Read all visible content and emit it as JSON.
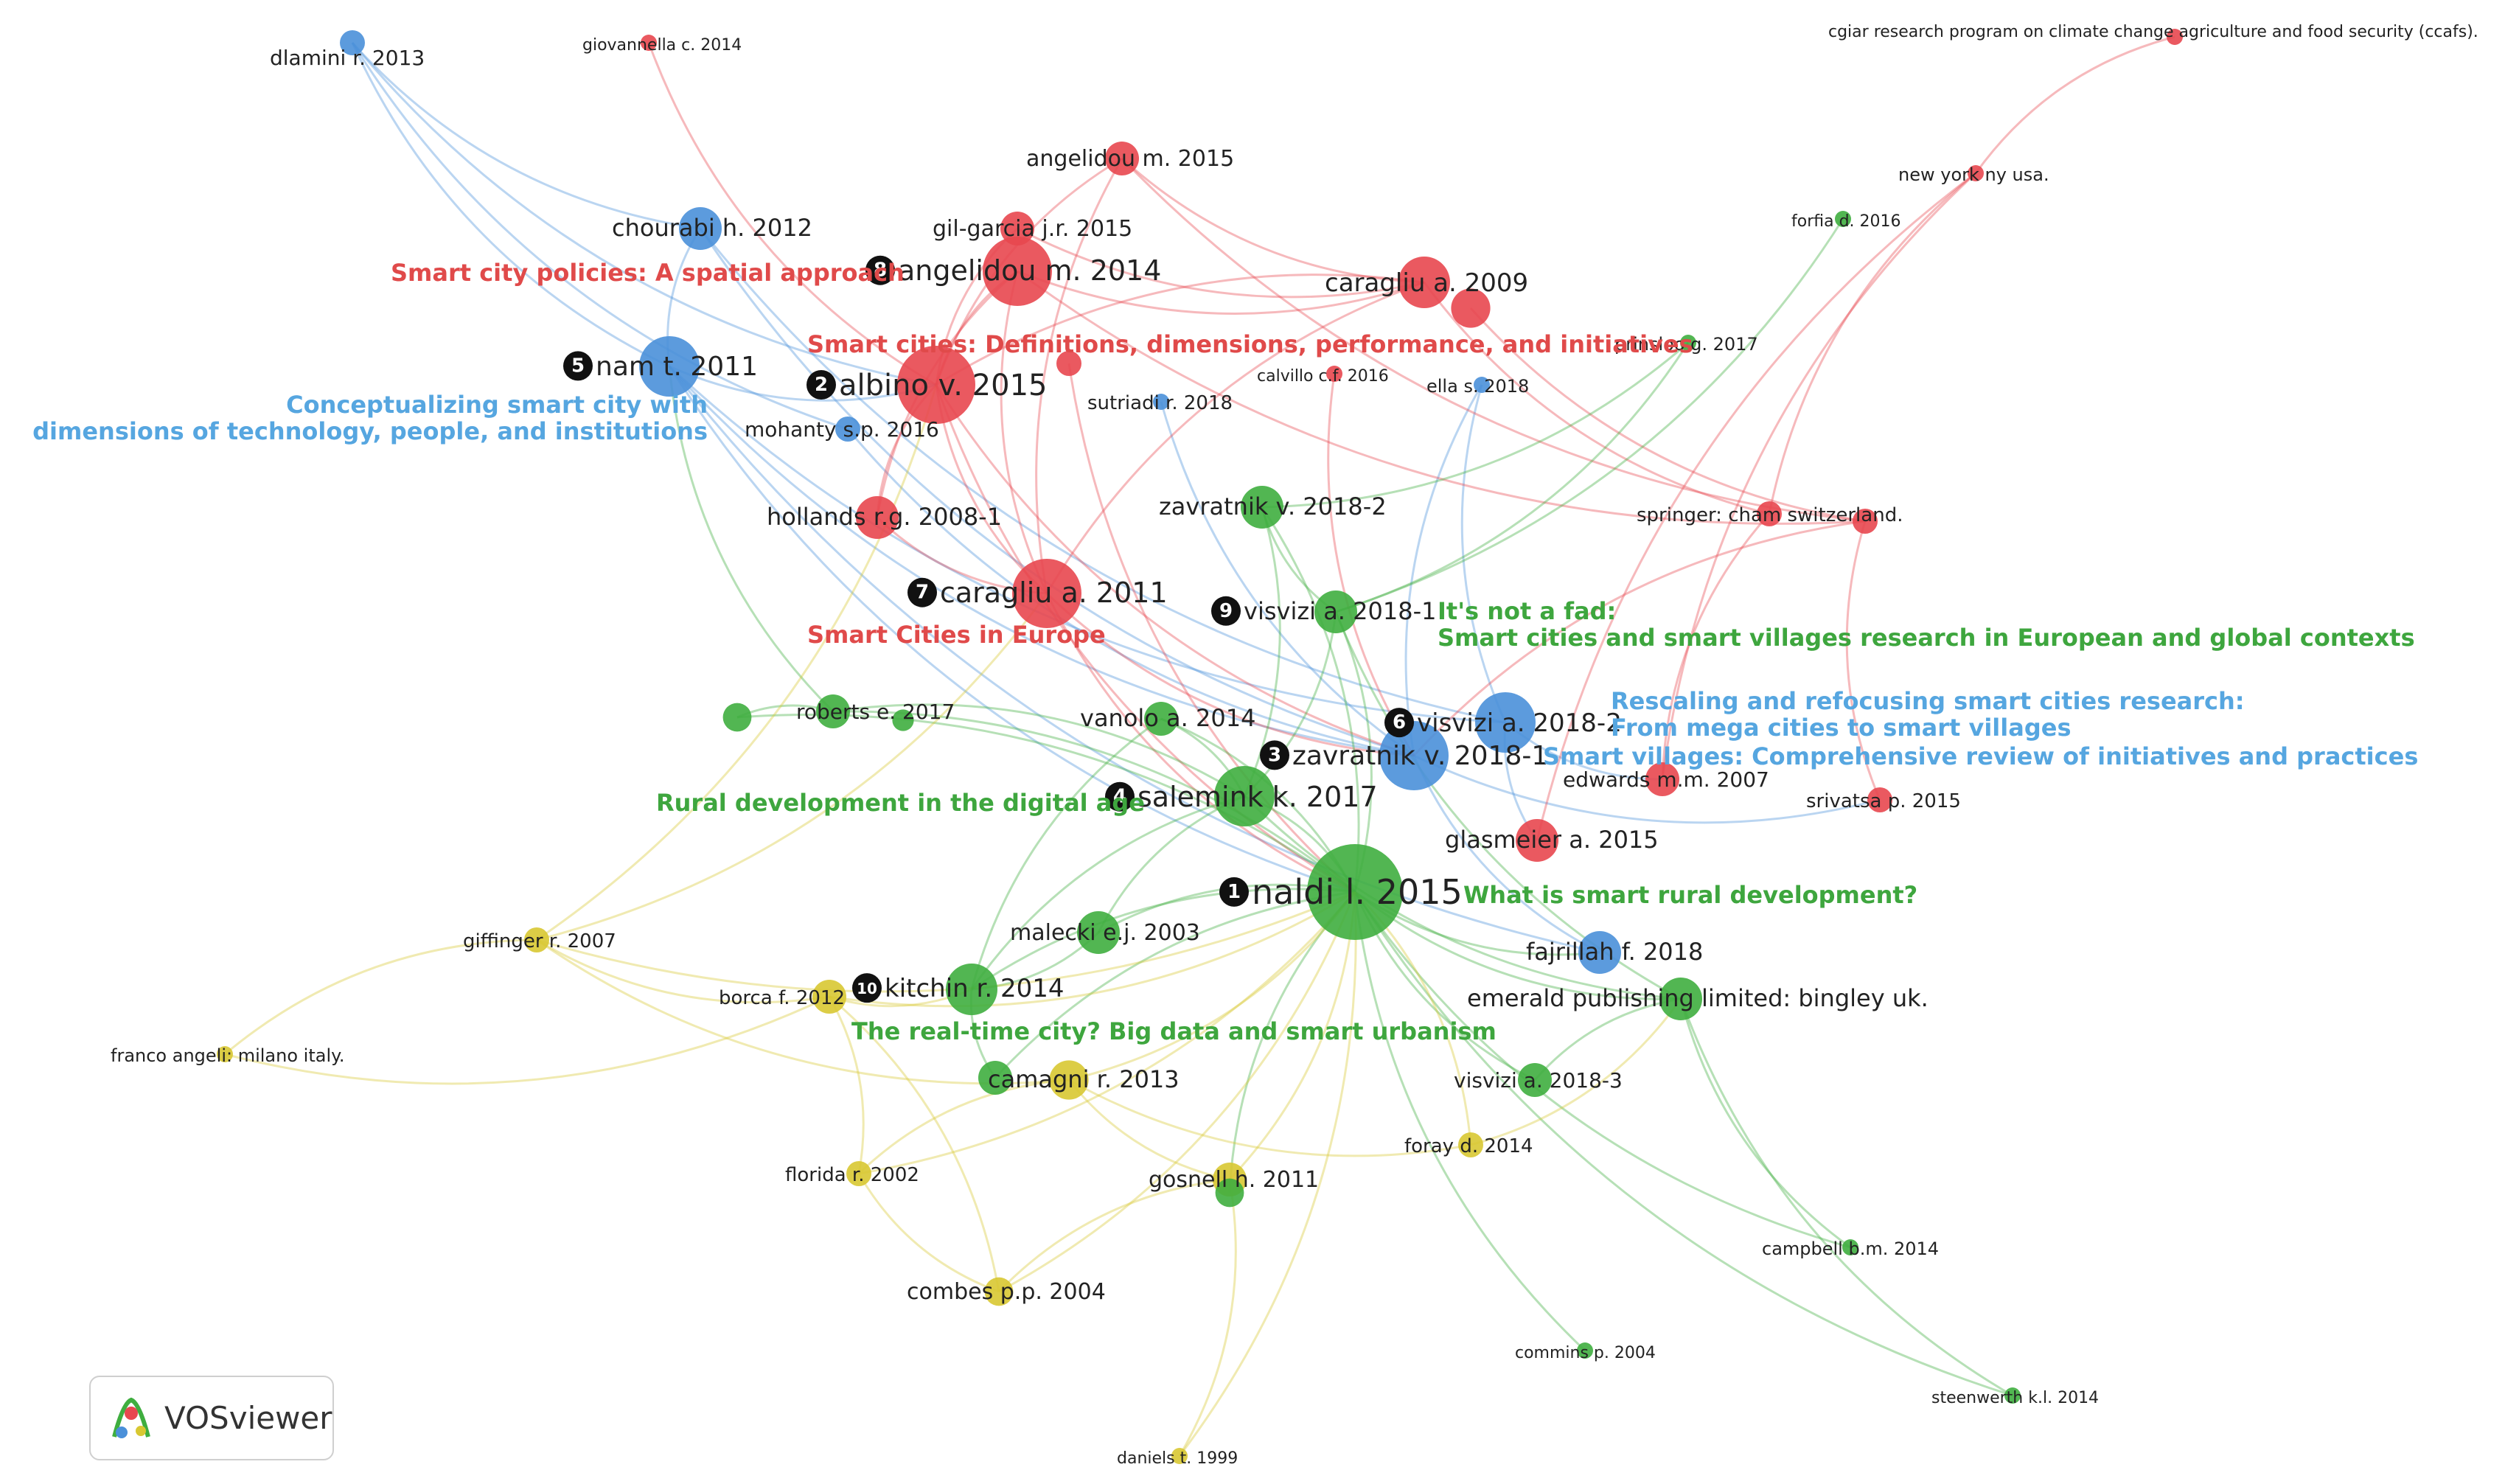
{
  "colors": {
    "red": "#e8474f",
    "blue": "#4a90d9",
    "green": "#3fae3f",
    "yellow": "#d8c832",
    "note_red": "#e04a4a",
    "note_blue": "#56a6e0",
    "note_green": "#3ea63e"
  },
  "app": {
    "logo_text": "VOSviewer"
  },
  "nodes": [
    {
      "id": "dlamini",
      "label": "dlamini r. 2013",
      "cluster": "blue",
      "size": 1
    },
    {
      "id": "giovannella",
      "label": "giovannella c. 2014",
      "cluster": "red",
      "size": 0.5
    },
    {
      "id": "cgiar",
      "label": "cgiar research program on climate change agriculture and food security (ccafs).",
      "cluster": "red",
      "size": 0.5
    },
    {
      "id": "angelidou2015",
      "label": "angelidou m. 2015",
      "cluster": "red",
      "size": 1.5
    },
    {
      "id": "newyork",
      "label": "new york ny usa.",
      "cluster": "red",
      "size": 0.5
    },
    {
      "id": "chourabi",
      "label": "chourabi h. 2012",
      "cluster": "blue",
      "size": 2
    },
    {
      "id": "gilgarcia",
      "label": "gil-garcia j.r. 2015",
      "cluster": "red",
      "size": 1.5
    },
    {
      "id": "forfia",
      "label": "forfia d. 2016",
      "cluster": "green",
      "size": 0.5
    },
    {
      "id": "angelidou2014",
      "label": "angelidou m. 2014",
      "cluster": "red",
      "size": 3.5
    },
    {
      "id": "caragliu2009",
      "label": "caragliu a. 2009",
      "cluster": "red",
      "size": 2.5
    },
    {
      "id": "caragliu2009b",
      "label": "",
      "cluster": "red",
      "size": 1.8
    },
    {
      "id": "prinsloo",
      "label": "prinsloo g. 2017",
      "cluster": "green",
      "size": 0.5
    },
    {
      "id": "nam",
      "label": "nam t. 2011",
      "cluster": "blue",
      "size": 3
    },
    {
      "id": "albino",
      "label": "albino v. 2015",
      "cluster": "red",
      "size": 4
    },
    {
      "id": "redsmall",
      "label": "",
      "cluster": "red",
      "size": 1
    },
    {
      "id": "calvillo",
      "label": "calvillo c.f. 2016",
      "cluster": "red",
      "size": 0.5
    },
    {
      "id": "ella",
      "label": "ella s. 2018",
      "cluster": "blue",
      "size": 0.5
    },
    {
      "id": "sutriadi",
      "label": "sutriadi r. 2018",
      "cluster": "blue",
      "size": 0.5
    },
    {
      "id": "mohanty",
      "label": "mohanty s.p. 2016",
      "cluster": "blue",
      "size": 1
    },
    {
      "id": "hollands",
      "label": "hollands r.g. 2008-1",
      "cluster": "red",
      "size": 2
    },
    {
      "id": "zavratnik2",
      "label": "zavratnik v. 2018-2",
      "cluster": "green",
      "size": 2
    },
    {
      "id": "springer",
      "label": "springer: cham switzerland.",
      "cluster": "red",
      "size": 1
    },
    {
      "id": "redright",
      "label": "",
      "cluster": "red",
      "size": 1
    },
    {
      "id": "caragliu2011",
      "label": "caragliu a. 2011",
      "cluster": "red",
      "size": 3.5
    },
    {
      "id": "visvizi1",
      "label": "visvizi a. 2018-1",
      "cluster": "green",
      "size": 2
    },
    {
      "id": "roberts",
      "label": "roberts e. 2017",
      "cluster": "green",
      "size": 1.5
    },
    {
      "id": "greenleft",
      "label": "",
      "cluster": "green",
      "size": 1.2
    },
    {
      "id": "greensmall",
      "label": "",
      "cluster": "green",
      "size": 0.8
    },
    {
      "id": "vanolo",
      "label": "vanolo a. 2014",
      "cluster": "green",
      "size": 1.5
    },
    {
      "id": "visvizi2",
      "label": "visvizi a. 2018-2",
      "cluster": "blue",
      "size": 3
    },
    {
      "id": "zavratnik1",
      "label": "zavratnik v. 2018-1",
      "cluster": "blue",
      "size": 3.5
    },
    {
      "id": "edwards",
      "label": "edwards m.m. 2007",
      "cluster": "red",
      "size": 1.5
    },
    {
      "id": "srivatsa",
      "label": "srivatsa p. 2015",
      "cluster": "red",
      "size": 1
    },
    {
      "id": "salemink",
      "label": "salemink k. 2017",
      "cluster": "green",
      "size": 3
    },
    {
      "id": "glasmeier",
      "label": "glasmeier a. 2015",
      "cluster": "red",
      "size": 2
    },
    {
      "id": "naldi",
      "label": "naldi l. 2015",
      "cluster": "green",
      "size": 5
    },
    {
      "id": "giffinger",
      "label": "giffinger r. 2007",
      "cluster": "yellow",
      "size": 1
    },
    {
      "id": "malecki",
      "label": "malecki e.j. 2003",
      "cluster": "green",
      "size": 2
    },
    {
      "id": "fajrillah",
      "label": "fajrillah f. 2018",
      "cluster": "blue",
      "size": 2
    },
    {
      "id": "borca",
      "label": "borca f. 2012",
      "cluster": "yellow",
      "size": 1.5
    },
    {
      "id": "kitchin",
      "label": "kitchin r. 2014",
      "cluster": "green",
      "size": 2.5
    },
    {
      "id": "emerald",
      "label": "emerald publishing limited: bingley uk.",
      "cluster": "green",
      "size": 2
    },
    {
      "id": "franco",
      "label": "franco angeli: milano italy.",
      "cluster": "yellow",
      "size": 0.5
    },
    {
      "id": "camagni",
      "label": "camagni r. 2013",
      "cluster": "yellow",
      "size": 1.8
    },
    {
      "id": "camagnig",
      "label": "",
      "cluster": "green",
      "size": 1.5
    },
    {
      "id": "visvizi3",
      "label": "visvizi a. 2018-3",
      "cluster": "green",
      "size": 1.5
    },
    {
      "id": "florida",
      "label": "florida r. 2002",
      "cluster": "yellow",
      "size": 1
    },
    {
      "id": "foray",
      "label": "foray d. 2014",
      "cluster": "yellow",
      "size": 1
    },
    {
      "id": "gosnell",
      "label": "gosnell h. 2011",
      "cluster": "yellow",
      "size": 1.5
    },
    {
      "id": "gosnellg",
      "label": "",
      "cluster": "green",
      "size": 1.2
    },
    {
      "id": "campbell",
      "label": "campbell b.m. 2014",
      "cluster": "green",
      "size": 0.5
    },
    {
      "id": "combes",
      "label": "combes p.p. 2004",
      "cluster": "yellow",
      "size": 1.2
    },
    {
      "id": "commins",
      "label": "commins p. 2004",
      "cluster": "green",
      "size": 0.5
    },
    {
      "id": "steenwerth",
      "label": "steenwerth k.l. 2014",
      "cluster": "green",
      "size": 0.5
    },
    {
      "id": "daniels",
      "label": "daniels t. 1999",
      "cluster": "yellow",
      "size": 0.5
    }
  ],
  "badges": [
    {
      "node": "naldi",
      "rank": "1"
    },
    {
      "node": "albino",
      "rank": "2"
    },
    {
      "node": "zavratnik1",
      "rank": "3"
    },
    {
      "node": "salemink",
      "rank": "4"
    },
    {
      "node": "nam",
      "rank": "5"
    },
    {
      "node": "visvizi2",
      "rank": "6"
    },
    {
      "node": "caragliu2011",
      "rank": "7"
    },
    {
      "node": "angelidou2014",
      "rank": "8"
    },
    {
      "node": "visvizi1",
      "rank": "9"
    },
    {
      "node": "kitchin",
      "rank": "10"
    }
  ],
  "annotations": [
    {
      "id": "smart-city-policies",
      "color": "red",
      "lines": [
        "Smart city policies: A spatial approach"
      ]
    },
    {
      "id": "smart-cities-definitions",
      "color": "red",
      "lines": [
        "Smart cities: Definitions, dimensions, performance, and initiatives"
      ]
    },
    {
      "id": "conceptualizing",
      "color": "blue",
      "lines": [
        "Conceptualizing smart city with",
        "dimensions of  technology, people, and institutions"
      ]
    },
    {
      "id": "smart-cities-europe",
      "color": "red",
      "lines": [
        "Smart Cities in Europe"
      ]
    },
    {
      "id": "not-a-fad",
      "color": "green",
      "lines": [
        "It's not a fad:",
        "Smart cities and smart villages research in European and global contexts"
      ]
    },
    {
      "id": "rescaling",
      "color": "blue",
      "lines": [
        "Rescaling and refocusing smart cities research:",
        "From mega cities to smart villages"
      ]
    },
    {
      "id": "smart-villages",
      "color": "blue",
      "lines": [
        "Smart villages: Comprehensive review of initiatives and practices"
      ]
    },
    {
      "id": "rural-development",
      "color": "green",
      "lines": [
        "Rural development in the digital age"
      ]
    },
    {
      "id": "smart-rural",
      "color": "green",
      "lines": [
        "What is smart rural development?"
      ]
    },
    {
      "id": "real-time-city",
      "color": "green",
      "lines": [
        "The real-time city? Big data and smart urbanism"
      ]
    }
  ]
}
